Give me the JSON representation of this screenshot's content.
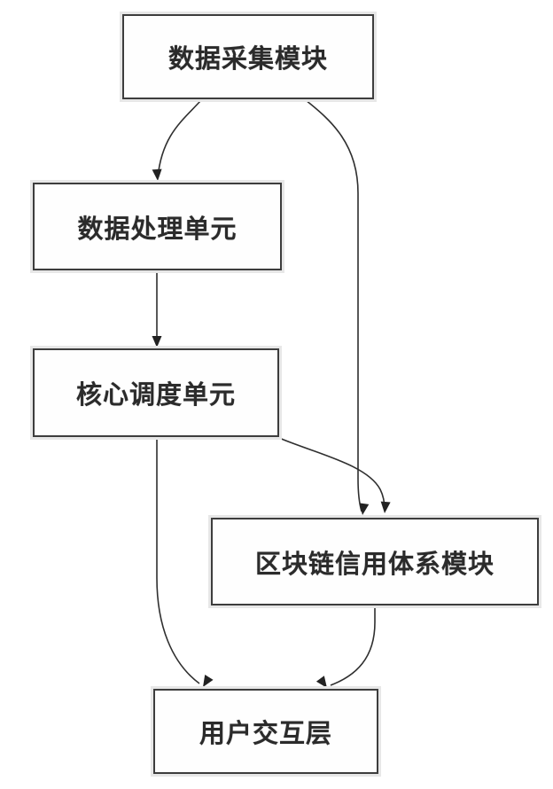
{
  "diagram": {
    "type": "flowchart",
    "background_color": "#ffffff",
    "line_color": "#2f2f2f",
    "box_border_color": "#3d3d3d",
    "nodes": [
      {
        "id": "data-collection",
        "label": "数据采集模块"
      },
      {
        "id": "data-processing",
        "label": "数据处理单元"
      },
      {
        "id": "core-scheduling",
        "label": "核心调度单元"
      },
      {
        "id": "blockchain-credit",
        "label": "区块链信用体系模块"
      },
      {
        "id": "user-interaction",
        "label": "用户交互层"
      }
    ],
    "edges": [
      {
        "from": "data-collection",
        "to": "data-processing"
      },
      {
        "from": "data-collection",
        "to": "blockchain-credit"
      },
      {
        "from": "data-processing",
        "to": "core-scheduling"
      },
      {
        "from": "core-scheduling",
        "to": "blockchain-credit"
      },
      {
        "from": "core-scheduling",
        "to": "user-interaction"
      },
      {
        "from": "blockchain-credit",
        "to": "user-interaction"
      }
    ]
  }
}
